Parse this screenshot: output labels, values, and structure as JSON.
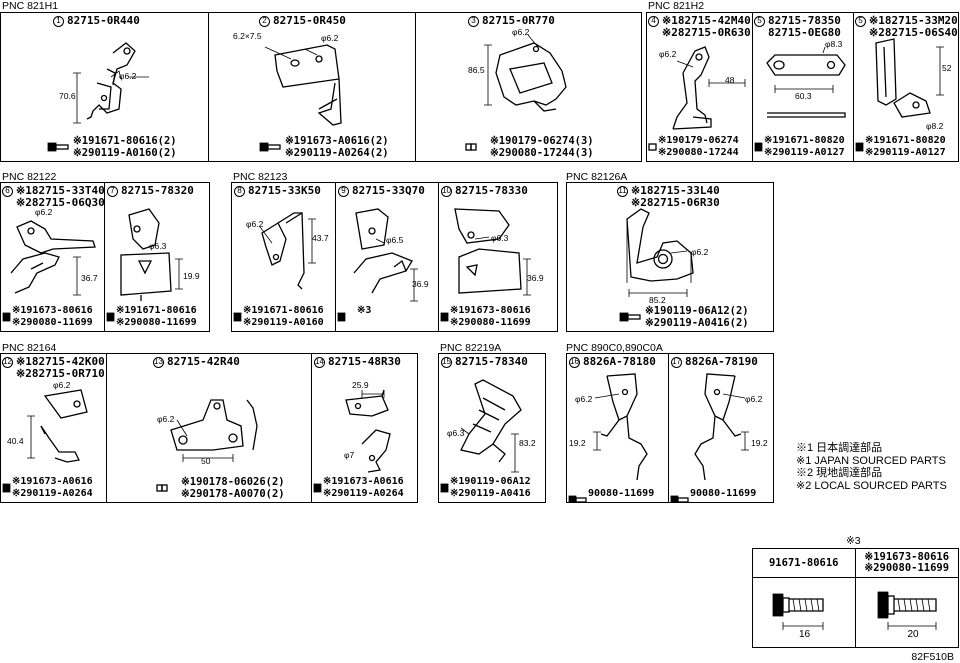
{
  "pnc": {
    "a": "PNC 821H1",
    "b": "PNC 821H2",
    "c": "PNC 82122",
    "d": "PNC 82123",
    "e": "PNC 82126A",
    "f": "PNC 82164",
    "g": "PNC 82219A",
    "h": "PNC 890C0,890C0A"
  },
  "parts": {
    "p1": {
      "num": "1",
      "code": "82715-0R440",
      "b1": "※191671-80616(2)",
      "b2": "※290119-A0160(2)",
      "d1": "70.6",
      "d2": "φ6.2"
    },
    "p2": {
      "num": "2",
      "code": "82715-0R450",
      "b1": "※191673-A0616(2)",
      "b2": "※290119-A0264(2)",
      "d1": "6.2×7.5",
      "d2": "φ6.2"
    },
    "p3": {
      "num": "3",
      "code": "82715-0R770",
      "b1": "※190179-06274(3)",
      "b2": "※290080-17244(3)",
      "d1": "φ6.2",
      "d2": "86.5"
    },
    "p4": {
      "num": "4",
      "code1": "※182715-42M40",
      "code2": "※282715-0R630",
      "b1": "※190179-06274",
      "b2": "※290080-17244",
      "d1": "φ6.2",
      "d2": "48"
    },
    "p5a": {
      "num": "5",
      "code1": "82715-78350",
      "code2": "82715-0EG80",
      "b1": "※191671-80820",
      "b2": "※290119-A0127",
      "d1": "φ8.3",
      "d2": "60.3"
    },
    "p5b": {
      "num": "5",
      "code1": "※182715-33M20",
      "code2": "※282715-06S40",
      "b1": "※191671-80820",
      "b2": "※290119-A0127",
      "d1": "52",
      "d2": "φ8.2"
    },
    "p6": {
      "num": "6",
      "code1": "※182715-33T40",
      "code2": "※282715-06Q30",
      "b1": "※191673-80616",
      "b2": "※290080-11699",
      "d1": "φ6.2",
      "d2": "36.7"
    },
    "p7": {
      "num": "7",
      "code": "82715-78320",
      "b1": "※191671-80616",
      "b2": "※290080-11699",
      "d1": "φ6.3",
      "d2": "19.9"
    },
    "p8": {
      "num": "8",
      "code": "82715-33K50",
      "b1": "※191671-80616",
      "b2": "※290119-A0160",
      "d1": "φ6.2",
      "d2": "43.7"
    },
    "p9": {
      "num": "9",
      "code": "82715-33Q70",
      "b1": "※3",
      "d1": "φ6.5",
      "d2": "36.9"
    },
    "p10": {
      "num": "10",
      "code": "82715-78330",
      "b1": "※191673-80616",
      "b2": "※290080-11699",
      "d1": "φ6.3",
      "d2": "36.9"
    },
    "p11": {
      "num": "11",
      "code1": "※182715-33L40",
      "code2": "※282715-06R30",
      "b1": "※190119-06A12(2)",
      "b2": "※290119-A0416(2)",
      "d1": "φ6.2",
      "d2": "85.2"
    },
    "p12": {
      "num": "12",
      "code1": "※182715-42K00",
      "code2": "※282715-0R710",
      "b1": "※191673-A0616",
      "b2": "※290119-A0264",
      "d1": "φ6.2",
      "d2": "40.4"
    },
    "p13": {
      "num": "13",
      "code": "82715-42R40",
      "b1": "※190178-06026(2)",
      "b2": "※290178-A0070(2)",
      "d1": "φ6.2",
      "d2": "50"
    },
    "p14": {
      "num": "14",
      "code": "82715-48R30",
      "b1": "※191673-A0616",
      "b2": "※290119-A0264",
      "d1": "25.9",
      "d2": "φ7"
    },
    "p15": {
      "num": "15",
      "code": "82715-78340",
      "b1": "※190119-06A12",
      "b2": "※290119-A0416",
      "d1": "φ6.3",
      "d2": "83.2"
    },
    "p16": {
      "num": "16",
      "code": "8826A-78180",
      "b1": "90080-11699",
      "d1": "φ6.2",
      "d2": "19.2"
    },
    "p17": {
      "num": "17",
      "code": "8826A-78190",
      "b1": "90080-11699",
      "d1": "φ6.2",
      "d2": "19.2"
    }
  },
  "legend": {
    "l1": "※1 日本調達部品",
    "l2": "※1 JAPAN SOURCED PARTS",
    "l3": "※2 現地調達部品",
    "l4": "※2 LOCAL SOURCED PARTS"
  },
  "table": {
    "mark": "※3",
    "left": "91671-80616",
    "right1": "※191673-80616",
    "right2": "※290080-11699",
    "len_left": "16",
    "len_right": "20"
  },
  "figure_id": "82F510B"
}
